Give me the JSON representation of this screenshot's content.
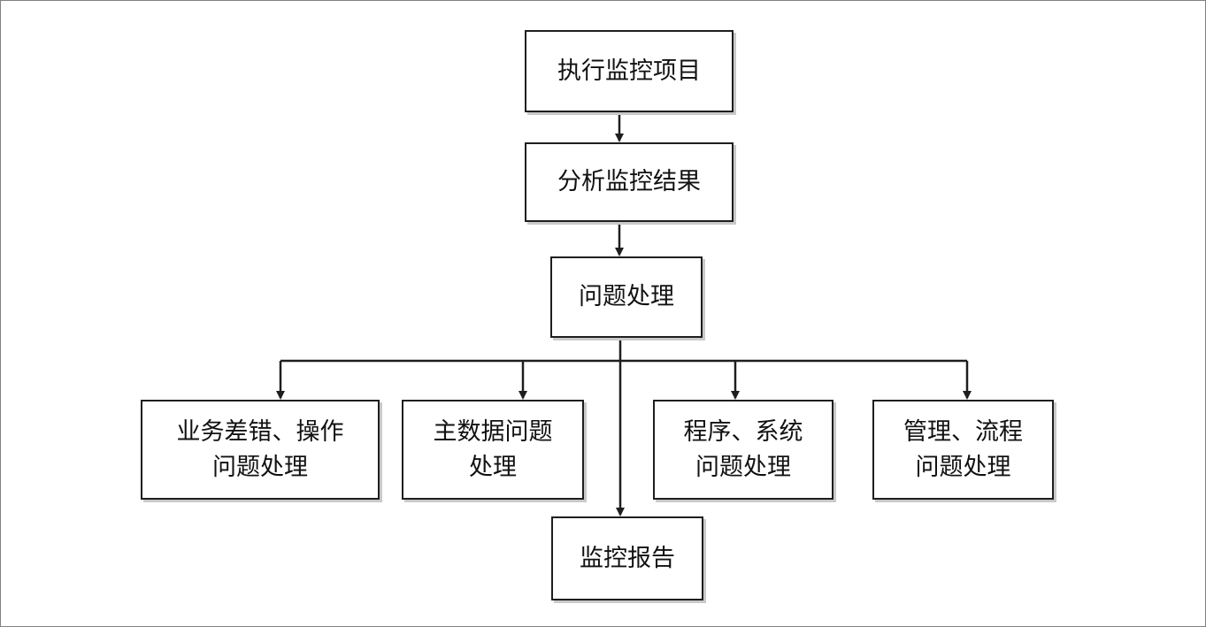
{
  "nodes": {
    "exec": {
      "line1": "执行监控项目"
    },
    "analyze": {
      "line1": "分析监控结果"
    },
    "handle": {
      "line1": "问题处理"
    },
    "biz": {
      "line1": "业务差错、操作",
      "line2": "问题处理"
    },
    "master": {
      "line1": "主数据问题",
      "line2": "处理"
    },
    "prog": {
      "line1": "程序、系统",
      "line2": "问题处理"
    },
    "mgmt": {
      "line1": "管理、流程",
      "line2": "问题处理"
    },
    "report": {
      "line1": "监控报告"
    }
  },
  "colors": {
    "stroke": "#1e1e1e",
    "frame": "#808080",
    "shadow": "#c9c9c9"
  }
}
